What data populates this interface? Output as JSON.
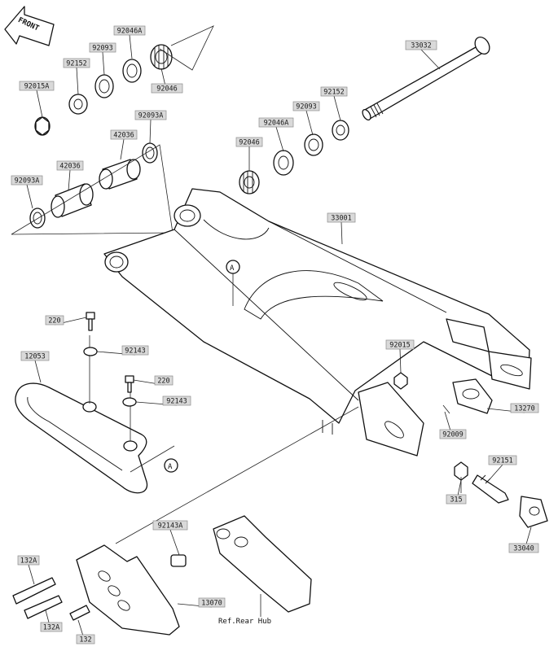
{
  "front_arrow": {
    "text": "FRONT"
  },
  "reference_note": "Ref.Rear Hub",
  "callout_letter": "A",
  "labels": [
    "92046A",
    "92093",
    "92152",
    "92046",
    "33032",
    "92015A",
    "92093A",
    "42036",
    "42036",
    "92093A",
    "92046A",
    "92152",
    "92093",
    "92046",
    "33001",
    "220",
    "92143",
    "12053",
    "220",
    "92143",
    "92015",
    "13270",
    "92009",
    "92151",
    "315",
    "33040",
    "92143A",
    "132A",
    "13070",
    "132A",
    "132"
  ]
}
